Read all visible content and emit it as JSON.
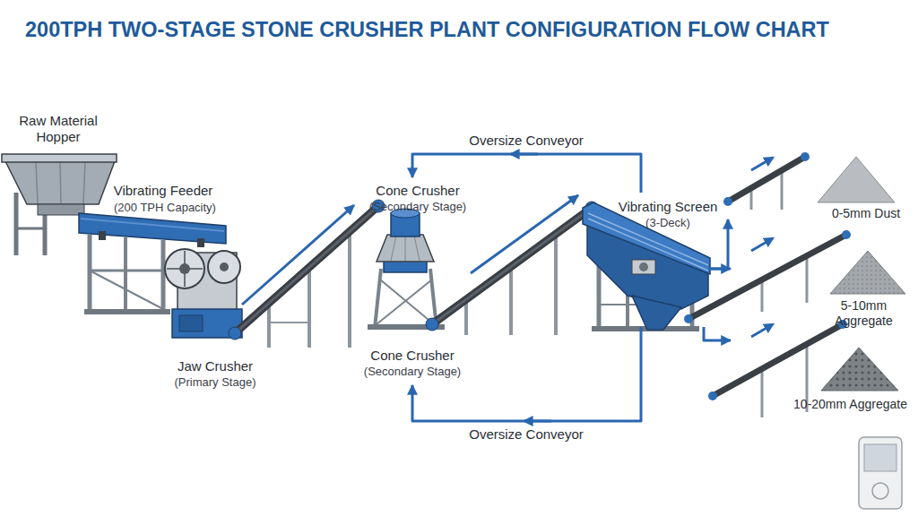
{
  "diagram": {
    "title": "200TPH TWO-STAGE STONE CRUSHER PLANT CONFIGURATION FLOW CHART",
    "nodes": [
      {
        "text": [
          "Raw Material Hopper"
        ]
      },
      {
        "text": [
          "Vibrating Feeder",
          "(200 TPH Capacity)"
        ]
      },
      {
        "text": [
          "Jaw Crusher",
          "(Primary Stage)"
        ]
      },
      {
        "text": [
          "Cone Crusher",
          "(Secondary Stage)",
          "Cone Crusher",
          "(Secondary Stage)"
        ]
      },
      {
        "text": [
          "Vibrating Screen",
          "(3-Deck)"
        ]
      },
      {
        "text": [
          "0-5mm Dust"
        ]
      },
      {
        "text": [
          "5-10mm Aggregate"
        ]
      },
      {
        "text": [
          "10-20mm Aggregate"
        ]
      }
    ],
    "edges": [
      {
        "from": 2,
        "to": 3,
        "arrow": "to"
      },
      {
        "from": 3,
        "to": 4,
        "arrow": "to"
      },
      {
        "from": 4,
        "to": 3,
        "label": "Oversize Conveyor",
        "arrow": "to"
      },
      {
        "from": 4,
        "to": 3,
        "label": "Oversize Conveyor",
        "arrow": "to"
      },
      {
        "from": 4,
        "to": 5,
        "arrow": "to"
      },
      {
        "from": 4,
        "to": 6,
        "arrow": "to"
      },
      {
        "from": 4,
        "to": 7,
        "arrow": "to"
      }
    ]
  }
}
